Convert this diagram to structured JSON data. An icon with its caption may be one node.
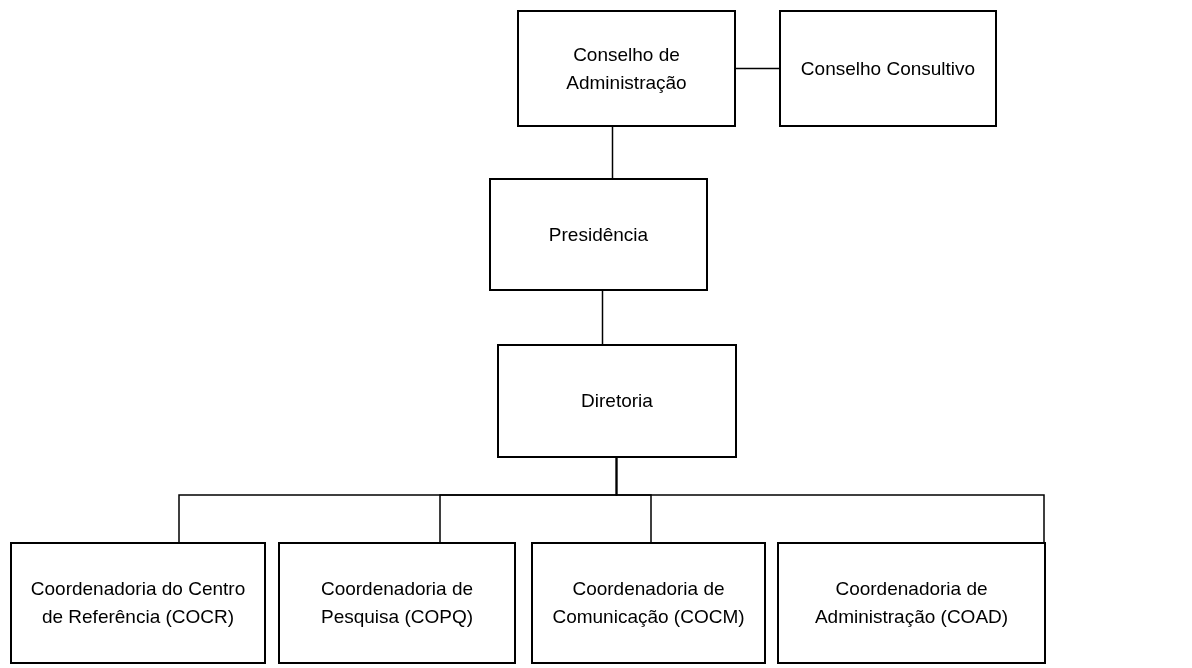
{
  "diagram": {
    "nodes": [
      {
        "text": [
          "Conselho de Administração"
        ]
      },
      {
        "text": [
          "Conselho Consultivo"
        ]
      },
      {
        "text": [
          "Presidência"
        ]
      },
      {
        "text": [
          "Diretoria"
        ]
      },
      {
        "text": [
          "Coordenadoria do Centro de Referência (COCR)"
        ]
      },
      {
        "text": [
          "Coordenadoria de Pesquisa (COPQ)"
        ]
      },
      {
        "text": [
          "Coordenadoria de Comunicação (COCM)"
        ]
      },
      {
        "text": [
          "Coordenadoria de Administração (COAD)"
        ]
      }
    ],
    "edges": [
      {
        "from": 0,
        "to": 1,
        "arrow": "none"
      },
      {
        "from": 0,
        "to": 2,
        "arrow": "none"
      },
      {
        "from": 2,
        "to": 3,
        "arrow": "none"
      },
      {
        "from": 3,
        "to": 4,
        "arrow": "none"
      },
      {
        "from": 3,
        "to": 5,
        "arrow": "none"
      },
      {
        "from": 3,
        "to": 6,
        "arrow": "none"
      },
      {
        "from": 3,
        "to": 7,
        "arrow": "none"
      }
    ]
  }
}
